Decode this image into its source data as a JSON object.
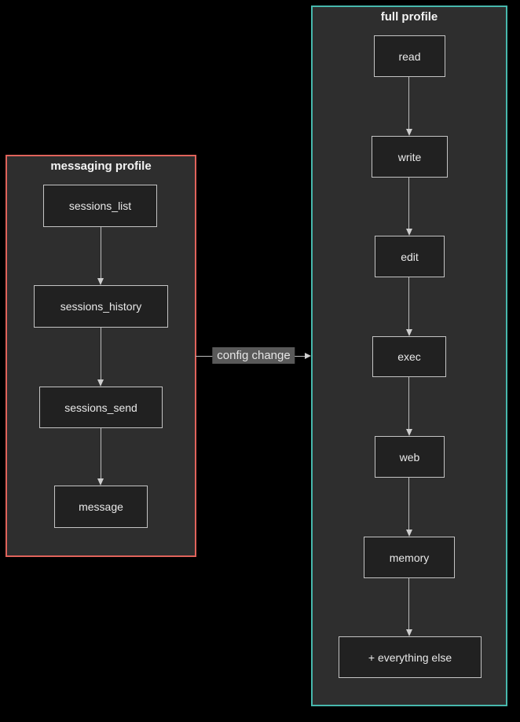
{
  "diagram_type": "flowchart",
  "colors": {
    "background": "#000000",
    "cluster_fill": "#2e2e2e",
    "messaging_border": "#e0635b",
    "full_border": "#47b8ad",
    "node_fill": "#212121",
    "node_border": "#c4c4c4",
    "node_text": "#e9e9e9",
    "edge": "#bdbdbd",
    "edge_label_bg": "#595959"
  },
  "clusters": [
    {
      "label": "messaging profile",
      "border_color": "#e0635b",
      "nodes": [
        {
          "label": "sessions_list"
        },
        {
          "label": "sessions_history"
        },
        {
          "label": "sessions_send"
        },
        {
          "label": "message"
        }
      ],
      "edges": [
        {
          "from": "sessions_list",
          "to": "sessions_history"
        },
        {
          "from": "sessions_history",
          "to": "sessions_send"
        },
        {
          "from": "sessions_send",
          "to": "message"
        }
      ]
    },
    {
      "label": "full profile",
      "border_color": "#47b8ad",
      "nodes": [
        {
          "label": "read"
        },
        {
          "label": "write"
        },
        {
          "label": "edit"
        },
        {
          "label": "exec"
        },
        {
          "label": "web"
        },
        {
          "label": "memory"
        },
        {
          "label": "+ everything else"
        }
      ],
      "edges": [
        {
          "from": "read",
          "to": "write"
        },
        {
          "from": "write",
          "to": "edit"
        },
        {
          "from": "edit",
          "to": "exec"
        },
        {
          "from": "exec",
          "to": "web"
        },
        {
          "from": "web",
          "to": "memory"
        },
        {
          "from": "memory",
          "to": "+ everything else"
        }
      ]
    }
  ],
  "cross_edge": {
    "from": "messaging profile",
    "to": "full profile",
    "label": "config change"
  }
}
